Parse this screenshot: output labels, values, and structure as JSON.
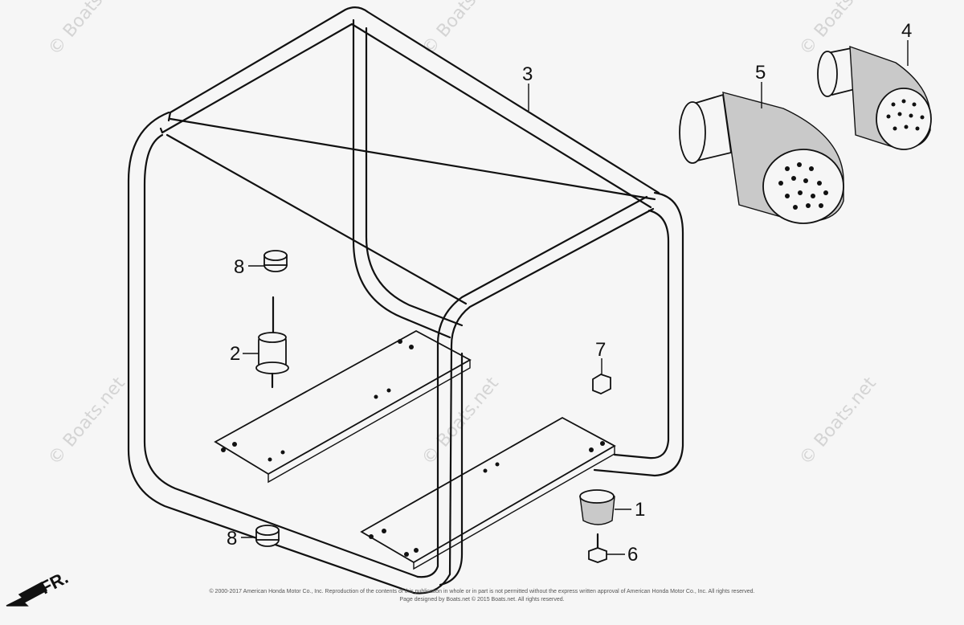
{
  "watermark": {
    "text": "© Boats.net"
  },
  "callouts": [
    {
      "id": "1",
      "label": "1"
    },
    {
      "id": "2",
      "label": "2"
    },
    {
      "id": "3",
      "label": "3"
    },
    {
      "id": "4",
      "label": "4"
    },
    {
      "id": "5",
      "label": "5"
    },
    {
      "id": "6",
      "label": "6"
    },
    {
      "id": "7",
      "label": "7"
    },
    {
      "id": "8a",
      "label": "8"
    },
    {
      "id": "8b",
      "label": "8"
    }
  ],
  "direction": {
    "label": "FR."
  },
  "copyright": {
    "line1": "© 2000-2017 American Honda Motor Co., Inc. Reproduction of the contents of this publication in whole or in part is not permitted without the express written approval of American Honda Motor Co., Inc. All rights reserved.",
    "line2": "Page designed by Boats.net © 2015 Boats.net. All rights reserved."
  }
}
